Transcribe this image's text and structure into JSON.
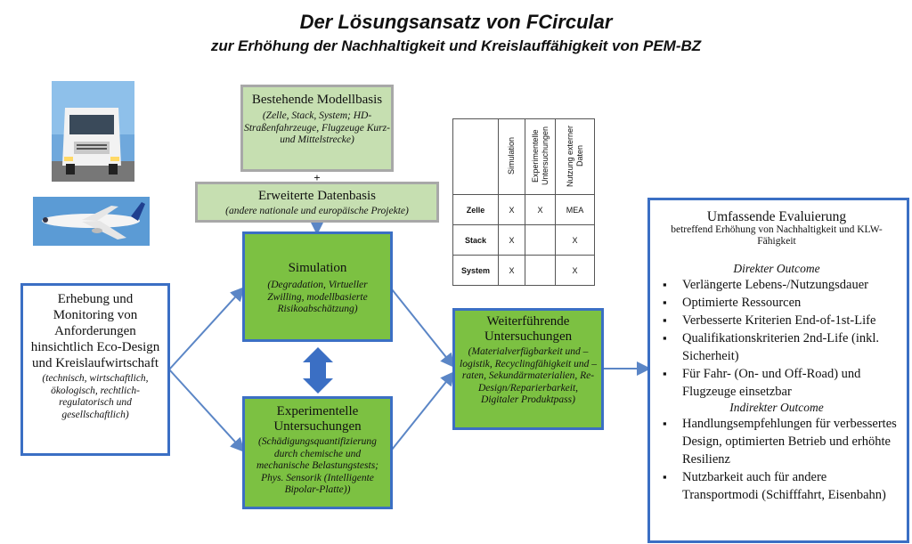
{
  "title": "Der Lösungsansatz von FCircular",
  "subtitle": "zur Erhöhung der Nachhaltigkeit und Kreislauffähigkeit von PEM-BZ",
  "icons": {
    "truck": "truck-icon",
    "airplane": "airplane-icon"
  },
  "colors": {
    "green": "#7cc142",
    "light_green": "#c6dfb1",
    "blue": "#3b6fc4"
  },
  "modellbasis": {
    "heading": "Bestehende Modellbasis",
    "detail": "(Zelle, Stack, System; HD-Straßenfahrzeuge, Flugzeuge Kurz- und Mittelstrecke)"
  },
  "plus": "+",
  "datenbasis": {
    "heading": "Erweiterte Datenbasis",
    "detail": "(andere nationale und europäische Projekte)"
  },
  "simulation": {
    "heading": "Simulation",
    "detail": "(Degradation, Virtueller Zwilling, modellbasierte Risikoabschätzung)"
  },
  "experimentelle": {
    "heading": "Experimentelle Untersuchungen",
    "detail": "(Schädigungsquantifizierung durch chemische und mechanische Belastungstests; Phys. Sensorik (Intelligente Bipolar-Platte))"
  },
  "erhebung": {
    "heading": "Erhebung und Monitoring von Anforderungen hinsichtlich Eco-Design und Kreislaufwirtschaft",
    "detail": "(technisch, wirtschaftlich, ökologisch, rechtlich-regulatorisch und gesellschaftlich)"
  },
  "weiterfuehrende": {
    "heading": "Weiterführende Untersuchungen",
    "detail": "(Materialverfügbarkeit und –logistik, Recyclingfähigkeit und –raten, Sekundärmaterialien, Re-Design/Reparierbarkeit, Digitaler Produktpass)"
  },
  "matrix": {
    "columns": [
      "Simulation",
      "Experimentelle Untersuchungen",
      "Nutzung externer Daten"
    ],
    "rows": [
      {
        "label": "Zelle",
        "cells": [
          "X",
          "X",
          "MEA"
        ]
      },
      {
        "label": "Stack",
        "cells": [
          "X",
          "",
          "X"
        ]
      },
      {
        "label": "System",
        "cells": [
          "X",
          "",
          "X"
        ]
      }
    ]
  },
  "evaluierung": {
    "heading": "Umfassende Evaluierung",
    "subheading": "betreffend Erhöhung von Nachhaltigkeit und KLW-Fähigkeit",
    "direkt_title": "Direkter Outcome",
    "direkt_items": [
      "Verlängerte Lebens-/Nutzungsdauer",
      "Optimierte Ressourcen",
      "Verbesserte Kriterien End-of-1st-Life",
      "Qualifikationskriterien 2nd-Life (inkl. Sicherheit)",
      "Für Fahr- (On- und Off-Road) und Flugzeuge einsetzbar"
    ],
    "indirekt_title": "Indirekter Outcome",
    "indirekt_items": [
      "Handlungsempfehlungen für verbessertes Design, optimierten Betrieb und erhöhte Resilienz",
      "Nutzbarkeit auch für andere Transportmodi (Schifffahrt, Eisenbahn)"
    ]
  }
}
